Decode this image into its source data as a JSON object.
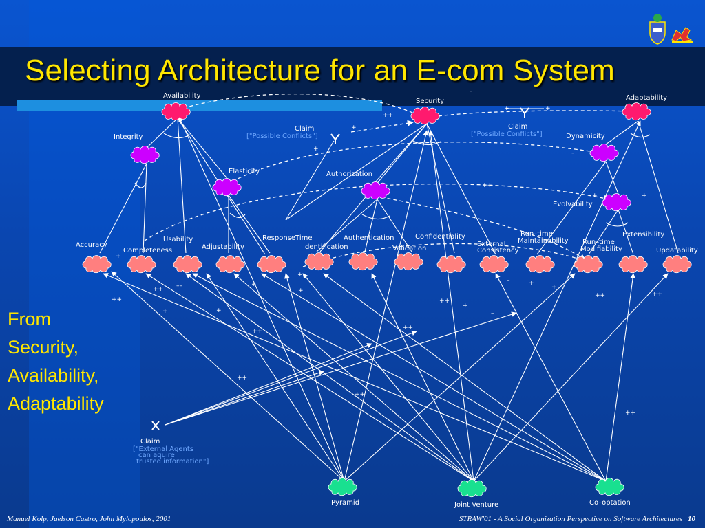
{
  "slide": {
    "title": "Selecting  Architecture for an E-com System",
    "side_text": [
      "From",
      "Security,",
      "Availability,",
      "Adaptability"
    ],
    "footer_left": "Manuel Kolp, Jaelson Castro, John Mylopoulos, 2001",
    "footer_right": "STRAW'01 - A Social Organization Perspective on Software Architectures",
    "page_number": "10"
  },
  "colors": {
    "title": "#ffe600",
    "softgoal_top": "#ff1a6e",
    "softgoal_mid": "#cc00ff",
    "softgoal_leaf": "#ff7f7f",
    "architecture": "#19e090"
  },
  "nodes": {
    "availability": "Availability",
    "security": "Security",
    "adaptability": "Adaptability",
    "integrity": "Integrity",
    "elasticity": "Elasticity",
    "authorization": "Authorization",
    "dynamicity": "Dynamicity",
    "evolvability": "Evolvability",
    "accuracy": "Accuracy",
    "completeness": "Completeness",
    "usability": "Usability",
    "adjustability": "Adjustability",
    "response_time_1": "ResponseTime",
    "response_time_2": "Identification",
    "authentication": "Authentication",
    "confidentiality": "Confidentiality",
    "validation": "Validation",
    "external_consistency_1": "External",
    "external_consistency_2": "Consistency",
    "runtime_maintainability_1": "Run–time",
    "runtime_maintainability_2": "Maintainability",
    "runtime_modifiability_1": "Run–time",
    "runtime_modifiability_2": "Modifiability",
    "extensibility": "Extensibility",
    "updatability": "Updatability",
    "pyramid": "Pyramid",
    "joint_venture": "Joint Venture",
    "co_optation": "Co–optation"
  },
  "claims": {
    "claim1_title": "Claim",
    "claim1_text": "[\"Possible Conflicts\"]",
    "claim2_title": "Claim",
    "claim2_text": "[\"Possible Conflicts\"]",
    "claim3_title": "Claim",
    "claim3_text_1": "[\"External Agents",
    "claim3_text_2": "can aquire",
    "claim3_text_3": "trusted information\"]"
  },
  "contributions": {
    "pp": "++",
    "p": "+",
    "m": "–",
    "mm": "––"
  }
}
